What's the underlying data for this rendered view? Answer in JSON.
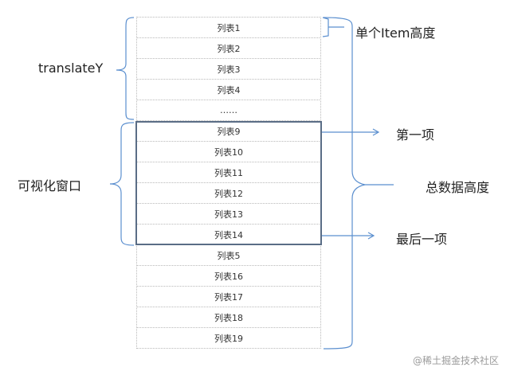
{
  "list_items": [
    "列表1",
    "列表2",
    "列表3",
    "列表4",
    "……",
    "列表9",
    "列表10",
    "列表11",
    "列表12",
    "列表13",
    "列表14",
    "列表5",
    "列表16",
    "列表17",
    "列表18",
    "列表19"
  ],
  "labels": {
    "single_item_height": "单个Item高度",
    "translate_y": "translateY",
    "visible_window": "可视化窗口",
    "first_item": "第一项",
    "total_height": "总数据高度",
    "last_item": "最后一项"
  },
  "watermark": "@稀土掘金技术社区",
  "colors": {
    "bracket": "#5b8fcf",
    "frame": "#5a6d86",
    "row_border": "#b9b9b9"
  }
}
